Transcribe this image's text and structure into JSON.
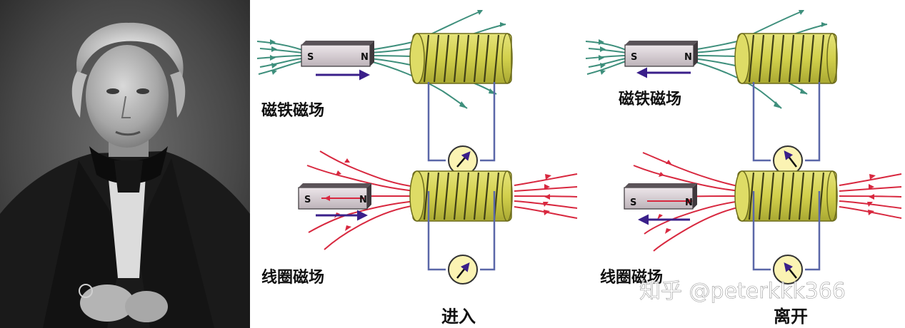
{
  "portrait": {
    "icon": "portrait-photo"
  },
  "panels": {
    "top_left": {
      "caption": "磁铁磁场",
      "pole_s": "S",
      "pole_n": "N"
    },
    "top_right": {
      "caption": "磁铁磁场",
      "pole_s": "S",
      "pole_n": "N"
    },
    "bottom_left": {
      "caption": "线圈磁场",
      "pole_s": "S",
      "pole_n": "N"
    },
    "bottom_right": {
      "caption": "线圈磁场",
      "pole_s": "S",
      "pole_n": "N"
    }
  },
  "labels": {
    "enter": "进入",
    "leave": "离开"
  },
  "watermark": "知乎 @peterkkk366",
  "colors": {
    "magnet_field": "#3e8f7c",
    "coil_field": "#d8283f",
    "coil_body": "#d8d65a",
    "circuit": "#5a67a8",
    "motion_arrow": "#3a1f8a",
    "meter": "#fbf3b3"
  }
}
